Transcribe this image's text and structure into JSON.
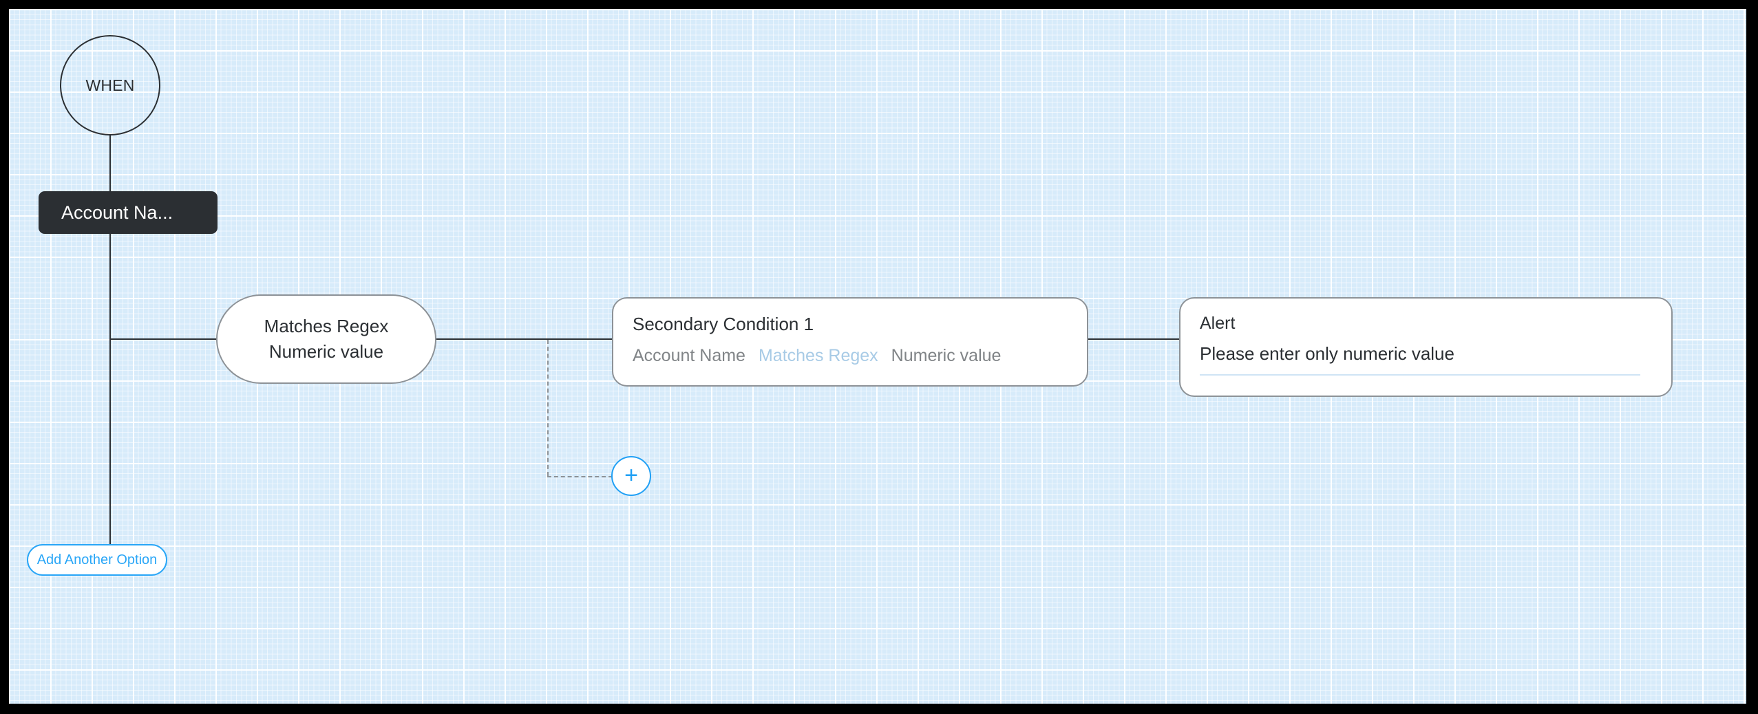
{
  "canvas": {
    "background_color": "#d7ebfa",
    "grid": "blueprint-grid",
    "border_color": "#000000"
  },
  "colors": {
    "accent_blue": "#29a6f7",
    "line_dark": "#2b2f33",
    "node_border": "#8d9297",
    "muted_text": "#808487",
    "operator_chip": "#a8cbe6",
    "alert_underline": "#cfe4f5"
  },
  "trigger": {
    "label": "WHEN"
  },
  "field_pill": {
    "label": "Account Na..."
  },
  "primary_condition": {
    "operator": "Matches Regex",
    "value": "Numeric value"
  },
  "secondary_condition": {
    "title": "Secondary Condition 1",
    "field": "Account Name",
    "operator": "Matches Regex",
    "value": "Numeric value"
  },
  "alert": {
    "title": "Alert",
    "message": "Please enter only numeric value"
  },
  "add_branch": {
    "icon": "plus-icon",
    "label": "+"
  },
  "add_option": {
    "label": "Add Another Option"
  }
}
